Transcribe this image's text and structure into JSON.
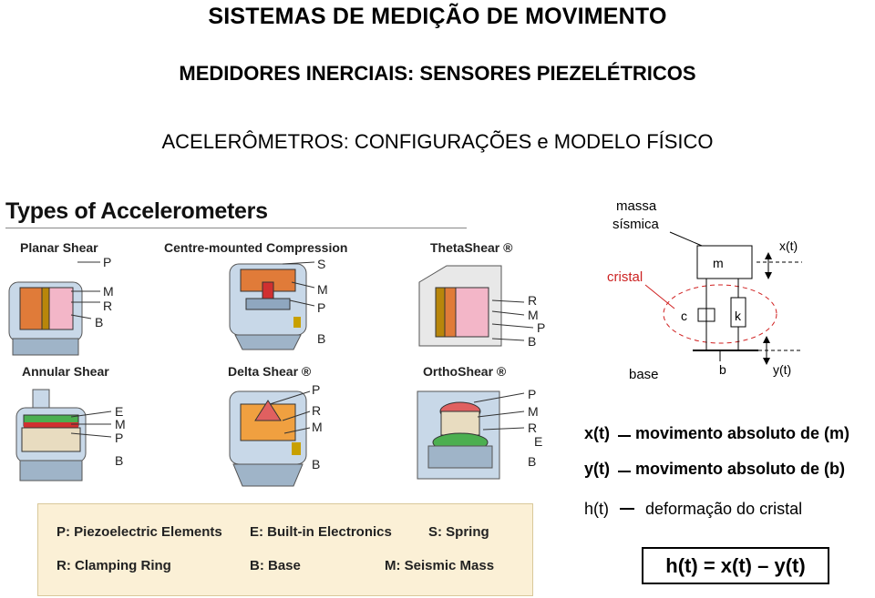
{
  "titles": {
    "main": "SISTEMAS DE MEDIÇÃO DE MOVIMENTO",
    "sub1": "MEDIDORES INERCIAIS: SENSORES PIEZELÉTRICOS",
    "sub2": "ACELERÔMETROS: CONFIGURAÇÕES e MODELO FÍSICO"
  },
  "figure": {
    "heading": "Types of Accelerometers",
    "types": [
      {
        "name": "Planar Shear",
        "labels": [
          "P",
          "M",
          "R",
          "B"
        ]
      },
      {
        "name": "Centre-mounted Compression",
        "labels": [
          "S",
          "M",
          "P",
          "B"
        ]
      },
      {
        "name": "ThetaShear ®",
        "labels": [
          "R",
          "M",
          "P",
          "B"
        ]
      },
      {
        "name": "Annular Shear",
        "labels": [
          "E",
          "M",
          "P",
          "B"
        ]
      },
      {
        "name": "Delta Shear ®",
        "labels": [
          "P",
          "R",
          "M",
          "B"
        ]
      },
      {
        "name": "OrthoShear ®",
        "labels": [
          "P",
          "M",
          "R",
          "E",
          "B"
        ]
      }
    ],
    "legend": [
      [
        "P: Piezoelectric Elements",
        "E: Built-in Electronics",
        "S: Spring"
      ],
      [
        "R: Clamping Ring",
        "B: Base",
        "M: Seismic Mass"
      ]
    ]
  },
  "model": {
    "massa_line1": "massa",
    "massa_line2": "sísmica",
    "cristal": "cristal",
    "m": "m",
    "c": "c",
    "k": "k",
    "b": "b",
    "base": "base",
    "x": "x(t)",
    "y": "y(t)",
    "cristal_color": "#cc2222"
  },
  "definitions": [
    {
      "sym": "x(t)",
      "text": "movimento absoluto de (m)"
    },
    {
      "sym": "y(t)",
      "text": "movimento absoluto de (b)"
    },
    {
      "sym": "h(t)",
      "text": "deformação do cristal"
    }
  ],
  "formula": "h(t) = x(t) – y(t)"
}
